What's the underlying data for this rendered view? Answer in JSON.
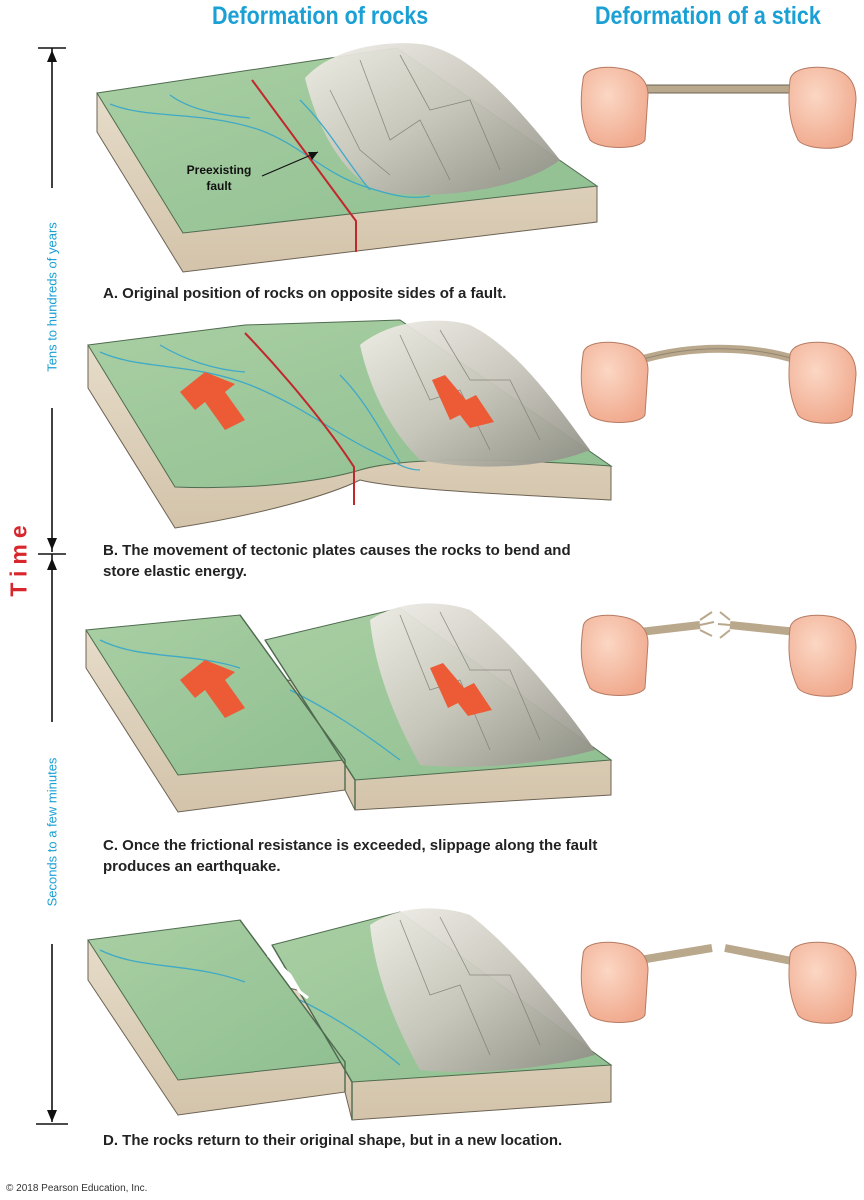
{
  "headers": {
    "rocks": "Deformation of rocks",
    "stick": "Deformation of a stick"
  },
  "time_axis": {
    "label": "Time",
    "upper": "Tens to hundreds of years",
    "lower": "Seconds to a few minutes"
  },
  "panels": [
    {
      "id": "A",
      "caption": "A. Original position of rocks on opposite sides of a fault.",
      "callout": [
        "Preexisting",
        "fault"
      ]
    },
    {
      "id": "B",
      "caption": "B. The movement of tectonic plates causes the rocks to bend and store elastic energy."
    },
    {
      "id": "C",
      "caption": "C. Once the frictional resistance is exceeded, slippage along the fault produces an earthquake."
    },
    {
      "id": "D",
      "caption": "D. The rocks return to their original shape, but in a new location."
    }
  ],
  "copyright": "© 2018 Pearson Education, Inc.",
  "colors": {
    "header": "#1aa0d4",
    "time": "#d8262c",
    "fault_line": "#c0282c",
    "arrow": "#ec5a36",
    "land": "#9fc99d",
    "block_side": "#e0d3bf",
    "river": "#3fa9c7"
  }
}
